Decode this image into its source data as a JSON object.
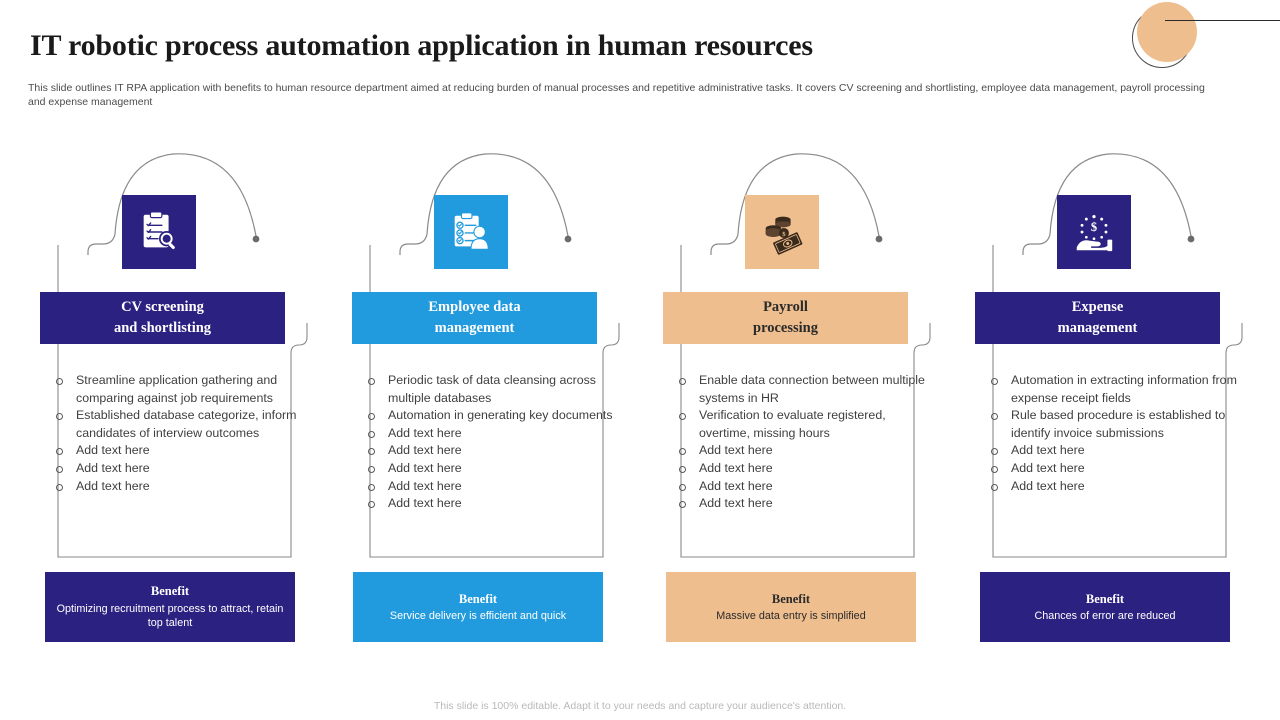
{
  "header": {
    "title": "IT robotic process automation application in human resources",
    "subtitle": "This slide outlines IT RPA application with benefits to human resource department aimed at reducing burden of manual processes and repetitive administrative tasks. It covers CV screening and shortlisting, employee data management, payroll processing and expense management"
  },
  "colors": {
    "navy": "#2B2180",
    "blue": "#229BDE",
    "peach": "#EFBE8E",
    "text": "#3F3F3F",
    "outline": "#6E6E6E"
  },
  "columns": [
    {
      "id": "cv-screening",
      "icon": "clipboard-search-icon",
      "theme": "dark",
      "title": "CV screening\nand shortlisting",
      "title_line1": "CV screening",
      "title_line2": "and shortlisting",
      "bullets": [
        "Streamline application gathering and comparing against job requirements",
        "Established database categorize, inform candidates of interview outcomes",
        "Add text here",
        "Add text here",
        "Add text here"
      ],
      "benefit": {
        "heading": "Benefit",
        "text": "Optimizing recruitment process to attract, retain top talent"
      }
    },
    {
      "id": "employee-data-management",
      "icon": "clipboard-person-icon",
      "theme": "blue",
      "title": "Employee data\nmanagement",
      "title_line1": "Employee data",
      "title_line2": "management",
      "bullets": [
        "Periodic task of data cleansing across multiple databases",
        "Automation in generating key documents",
        "Add text here",
        "Add text here",
        "Add text here",
        "Add text here",
        "Add text here"
      ],
      "benefit": {
        "heading": "Benefit",
        "text": "Service delivery is efficient and quick"
      }
    },
    {
      "id": "payroll-processing",
      "icon": "money-coins-icon",
      "theme": "peach",
      "title": "Payroll\nprocessing",
      "title_line1": "Payroll",
      "title_line2": "processing",
      "bullets": [
        "Enable data connection between multiple systems in HR",
        "Verification to evaluate registered, overtime, missing hours",
        "Add text here",
        "Add text here",
        "Add text here",
        "Add text here"
      ],
      "benefit": {
        "heading": "Benefit",
        "text": "Massive data entry is simplified"
      }
    },
    {
      "id": "expense-management",
      "icon": "hand-money-icon",
      "theme": "dark",
      "title": "Expense\nmanagement",
      "title_line1": "Expense",
      "title_line2": "management",
      "bullets": [
        "Automation in extracting information from expense receipt fields",
        "Rule based procedure is established to identify invoice submissions",
        "Add text here",
        "Add text here",
        "Add text here"
      ],
      "benefit": {
        "heading": "Benefit",
        "text": "Chances of error are reduced"
      }
    }
  ],
  "footer": {
    "note": "This slide is 100% editable. Adapt it to your needs and capture your audience's attention."
  }
}
